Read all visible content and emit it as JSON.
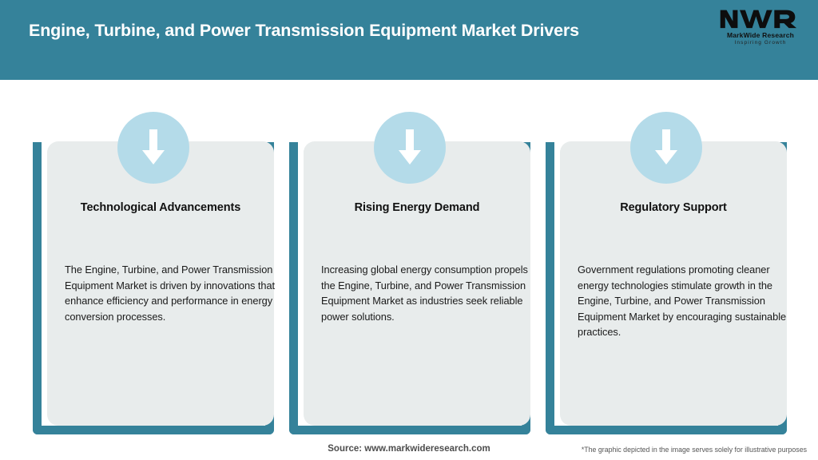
{
  "header": {
    "title": "Engine, Turbine, and Power Transmission Equipment Market Drivers",
    "background_color": "#35829a",
    "title_color": "#ffffff"
  },
  "logo": {
    "mark_text": "MWR",
    "company_name": "MarkWide Research",
    "tagline": "Inspiring Growth",
    "icon_name": "markwide-research-logo"
  },
  "theme": {
    "accent_teal": "#35829a",
    "badge_blue": "#b4dbe9",
    "card_background": "#e8ecec",
    "arrow_color": "#ffffff",
    "page_background": "#ffffff"
  },
  "cards": [
    {
      "icon_name": "down-arrow-icon",
      "title": "Technological Advancements",
      "text": "The Engine, Turbine, and Power Transmission Equipment Market is driven by innovations that enhance efficiency and performance in energy conversion processes."
    },
    {
      "icon_name": "down-arrow-icon",
      "title": "Rising Energy Demand",
      "text": "Increasing global energy consumption propels the Engine, Turbine, and Power Transmission Equipment Market as industries seek reliable power solutions."
    },
    {
      "icon_name": "down-arrow-icon",
      "title": "Regulatory Support",
      "text": "Government regulations promoting cleaner energy technologies stimulate growth in the Engine, Turbine, and Power Transmission Equipment Market by encouraging sustainable practices."
    }
  ],
  "footer": {
    "source": "Source: www.markwideresearch.com",
    "disclaimer": "*The graphic depicted in the image serves solely for illustrative purposes"
  }
}
